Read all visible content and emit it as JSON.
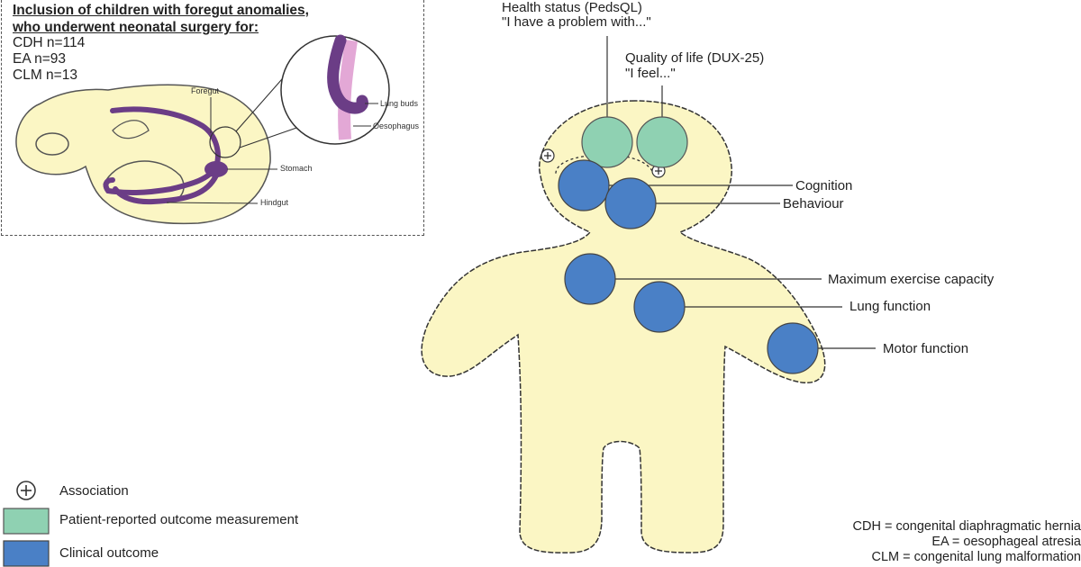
{
  "inset": {
    "title_line1": "Inclusion of children with foregut anomalies,",
    "title_line2": "who underwent neonatal surgery for:",
    "counts": [
      "CDH n=114",
      "EA n=93",
      "CLM n=13"
    ],
    "labels": {
      "foregut": "Foregut",
      "stomach": "Stomach",
      "hindgut": "Hindgut",
      "lung_buds": "Lung buds",
      "oesophagus": "Oesophagus"
    }
  },
  "measures": {
    "health_status_title": "Health status (PedsQL)",
    "health_status_quote": "\"I have a problem with...\"",
    "quality_of_life_title": "Quality of life (DUX-25)",
    "quality_of_life_quote": "\"I feel...\""
  },
  "outcomes": {
    "cognition": "Cognition",
    "behaviour": "Behaviour",
    "exercise": "Maximum exercise capacity",
    "lung_function": "Lung function",
    "motor_function": "Motor function"
  },
  "legend": {
    "association": "Association",
    "patient_reported": "Patient-reported outcome measurement",
    "clinical": "Clinical outcome"
  },
  "abbreviations": [
    "CDH = congenital diaphragmatic hernia",
    "EA = oesophageal atresia",
    "CLM = congenital lung malformation"
  ],
  "colors": {
    "body_fill": "#fbf6c4",
    "prom_fill": "#8fd1b2",
    "clinical_fill": "#4a80c6",
    "embryo_purple": "#6b3d86",
    "oesophagus_pink": "#e3a8d6"
  }
}
